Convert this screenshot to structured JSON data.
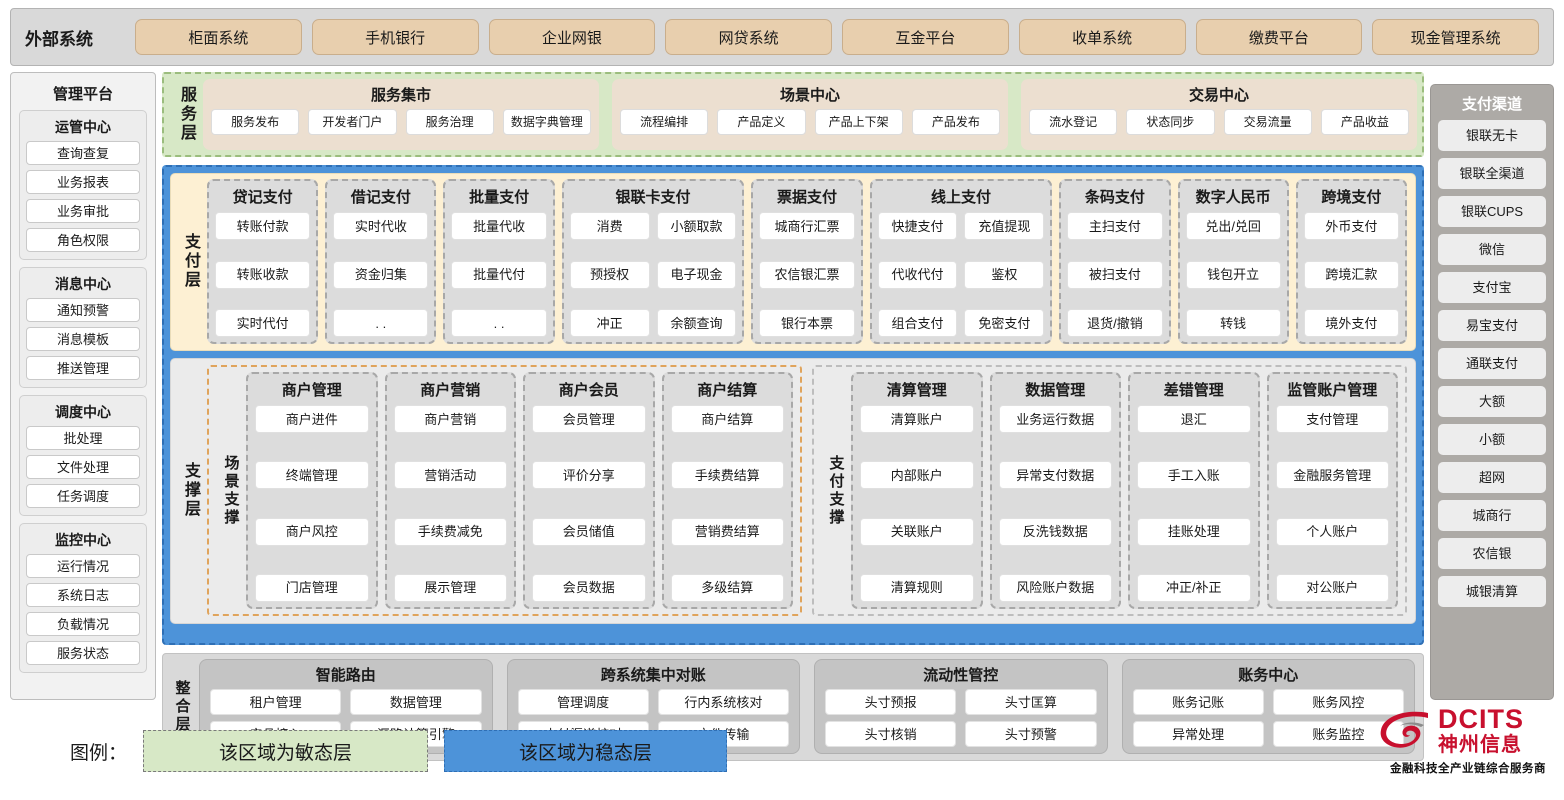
{
  "external": {
    "title": "外部系统",
    "items": [
      "柜面系统",
      "手机银行",
      "企业网银",
      "网贷系统",
      "互金平台",
      "收单系统",
      "缴费平台",
      "现金管理系统"
    ]
  },
  "left_sidebar": {
    "title": "管理平台",
    "groups": [
      {
        "title": "运管中心",
        "items": [
          "查询查复",
          "业务报表",
          "业务审批",
          "角色权限"
        ]
      },
      {
        "title": "消息中心",
        "items": [
          "通知预警",
          "消息模板",
          "推送管理"
        ]
      },
      {
        "title": "调度中心",
        "items": [
          "批处理",
          "文件处理",
          "任务调度"
        ]
      },
      {
        "title": "监控中心",
        "items": [
          "运行情况",
          "系统日志",
          "负载情况",
          "服务状态"
        ]
      }
    ]
  },
  "right_sidebar": {
    "title": "支付渠道",
    "items": [
      "银联无卡",
      "银联全渠道",
      "银联CUPS",
      "微信",
      "支付宝",
      "易宝支付",
      "通联支付",
      "大额",
      "小额",
      "超网",
      "城商行",
      "农信银",
      "城银清算"
    ]
  },
  "service_layer": {
    "label": "服务层",
    "boxes": [
      {
        "title": "服务集市",
        "items": [
          "服务发布",
          "开发者门户",
          "服务治理",
          "数据字典管理"
        ]
      },
      {
        "title": "场景中心",
        "items": [
          "流程编排",
          "产品定义",
          "产品上下架",
          "产品发布"
        ]
      },
      {
        "title": "交易中心",
        "items": [
          "流水登记",
          "状态同步",
          "交易流量",
          "产品收益"
        ]
      }
    ]
  },
  "payment_layer": {
    "label": "支付层",
    "groups": [
      {
        "title": "贷记支付",
        "cols": 1,
        "rows": [
          [
            "转账付款"
          ],
          [
            "转账收款"
          ],
          [
            "实时代付"
          ]
        ]
      },
      {
        "title": "借记支付",
        "cols": 1,
        "rows": [
          [
            "实时代收"
          ],
          [
            "资金归集"
          ],
          [
            ". ."
          ]
        ]
      },
      {
        "title": "批量支付",
        "cols": 1,
        "rows": [
          [
            "批量代收"
          ],
          [
            "批量代付"
          ],
          [
            ". ."
          ]
        ]
      },
      {
        "title": "银联卡支付",
        "cols": 2,
        "rows": [
          [
            "消费",
            "小额取款"
          ],
          [
            "预授权",
            "电子现金"
          ],
          [
            "冲正",
            "余额查询"
          ]
        ]
      },
      {
        "title": "票据支付",
        "cols": 1,
        "rows": [
          [
            "城商行汇票"
          ],
          [
            "农信银汇票"
          ],
          [
            "银行本票"
          ]
        ]
      },
      {
        "title": "线上支付",
        "cols": 2,
        "rows": [
          [
            "快捷支付",
            "充值提现"
          ],
          [
            "代收代付",
            "鉴权"
          ],
          [
            "组合支付",
            "免密支付"
          ]
        ]
      },
      {
        "title": "条码支付",
        "cols": 1,
        "rows": [
          [
            "主扫支付"
          ],
          [
            "被扫支付"
          ],
          [
            "退货/撤销"
          ]
        ]
      },
      {
        "title": "数字人民币",
        "cols": 1,
        "rows": [
          [
            "兑出/兑回"
          ],
          [
            "钱包开立"
          ],
          [
            "转钱"
          ]
        ]
      },
      {
        "title": "跨境支付",
        "cols": 1,
        "rows": [
          [
            "外币支付"
          ],
          [
            "跨境汇款"
          ],
          [
            "境外支付"
          ]
        ]
      }
    ]
  },
  "support_layer": {
    "label": "支撑层",
    "halves": [
      {
        "label": "场景支撑",
        "groups": [
          {
            "title": "商户管理",
            "items": [
              "商户进件",
              "终端管理",
              "商户风控",
              "门店管理"
            ]
          },
          {
            "title": "商户营销",
            "items": [
              "商户营销",
              "营销活动",
              "手续费减免",
              "展示管理"
            ]
          },
          {
            "title": "商户会员",
            "items": [
              "会员管理",
              "评价分享",
              "会员储值",
              "会员数据"
            ]
          },
          {
            "title": "商户结算",
            "items": [
              "商户结算",
              "手续费结算",
              "营销费结算",
              "多级结算"
            ]
          }
        ]
      },
      {
        "label": "支付支撑",
        "groups": [
          {
            "title": "清算管理",
            "items": [
              "清算账户",
              "内部账户",
              "关联账户",
              "清算规则"
            ]
          },
          {
            "title": "数据管理",
            "items": [
              "业务运行数据",
              "异常支付数据",
              "反洗钱数据",
              "风险账户数据"
            ]
          },
          {
            "title": "差错管理",
            "items": [
              "退汇",
              "手工入账",
              "挂账处理",
              "冲正/补正"
            ]
          },
          {
            "title": "监管账户管理",
            "items": [
              "支付管理",
              "金融服务管理",
              "个人账户",
              "对公账户"
            ]
          }
        ]
      }
    ]
  },
  "integration_layer": {
    "label": "整合层",
    "boxes": [
      {
        "title": "智能路由",
        "rows": [
          [
            "租户管理",
            "数据管理"
          ],
          [
            "产品接入",
            "汇路计算引擎"
          ]
        ]
      },
      {
        "title": "跨系统集中对账",
        "rows": [
          [
            "管理调度",
            "行内系统核对"
          ],
          [
            "支付渠道核对",
            "文件传输"
          ]
        ]
      },
      {
        "title": "流动性管控",
        "rows": [
          [
            "头寸预报",
            "头寸匡算"
          ],
          [
            "头寸核销",
            "头寸预警"
          ]
        ]
      },
      {
        "title": "账务中心",
        "rows": [
          [
            "账务记账",
            "账务风控"
          ],
          [
            "异常处理",
            "账务监控"
          ]
        ]
      }
    ]
  },
  "legend": {
    "label": "图例：",
    "agile": "该区域为敏态层",
    "stable": "该区域为稳态层",
    "agile_color": "#d7e8c6",
    "stable_color": "#4d93d9"
  },
  "logo": {
    "en": "DCITS",
    "cn": "神州信息",
    "tagline": "金融科技全产业链综合服务商",
    "color": "#c8102e"
  }
}
